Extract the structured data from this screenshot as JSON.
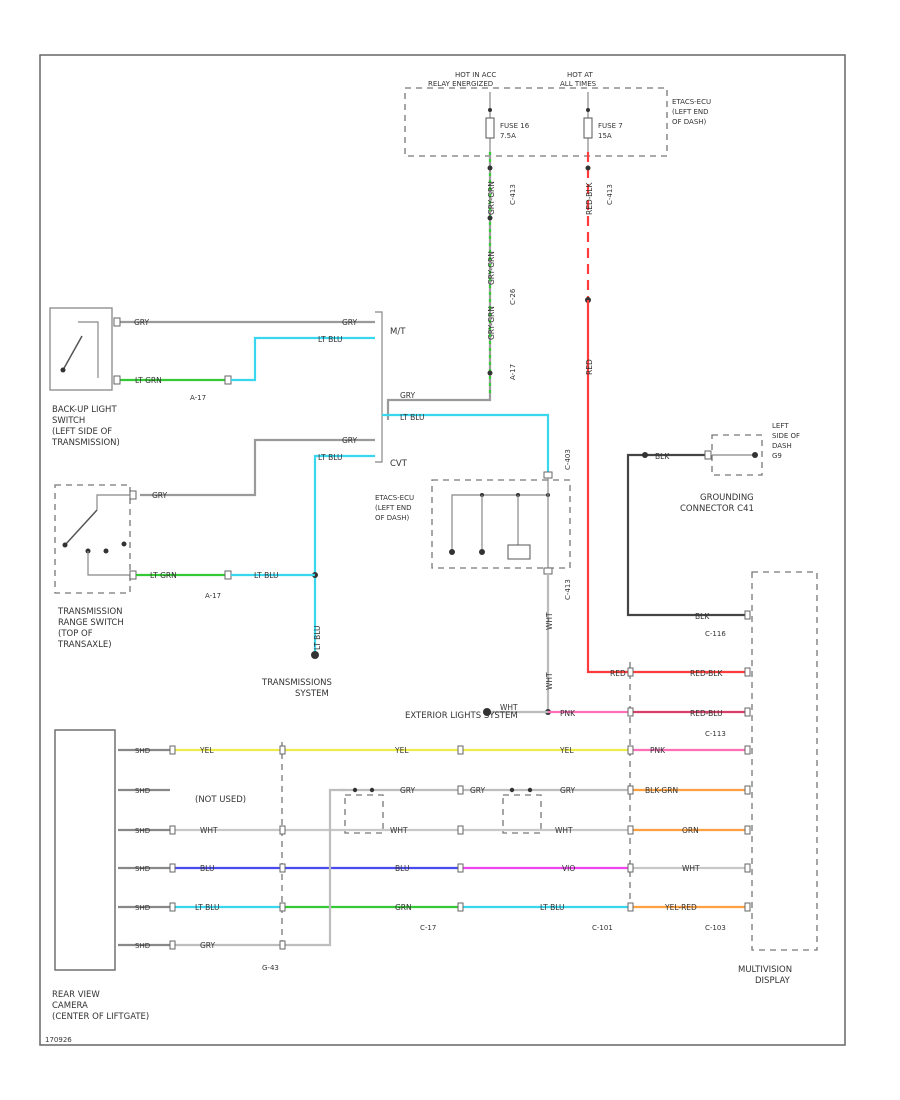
{
  "components": {
    "hot_in_on_relay": "HOT IN ACC",
    "relay_energized": "RELAY ENERGIZED",
    "hot_at_all_times_1": "HOT AT",
    "hot_at_all_times_2": "ALL TIMES",
    "etacs_ecu_top": [
      "ETACS-ECU",
      "(LEFT END",
      "OF DASH)"
    ],
    "fuse_16": [
      "FUSE 16",
      "7.5A"
    ],
    "fuse_7": [
      "FUSE 7",
      "15A"
    ],
    "backup_light_switch": [
      "BACK-UP LIGHT",
      "SWITCH",
      "(LEFT SIDE OF",
      "TRANSMISSION)"
    ],
    "trans_range_switch": [
      "TRANSMISSION",
      "RANGE SWITCH",
      "(TOP OF",
      "TRANSAXLE)"
    ],
    "transmission_system": [
      "TRANSMISSIONS",
      "SYSTEM"
    ],
    "etacs_ecu_mid": [
      "ETACS-ECU",
      "(LEFT END",
      "OF DASH)"
    ],
    "grounding_connector": [
      "GROUNDING",
      "CONNECTOR C41"
    ],
    "left_side_dash": [
      "LEFT",
      "SIDE OF",
      "DASH",
      "G9"
    ],
    "exterior_lights": "EXTERIOR LIGHTS SYSTEM",
    "rear_view_camera": [
      "REAR VIEW",
      "CAMERA",
      "(CENTER OF LIFTGATE)"
    ],
    "multivision_display": [
      "MULTIVISION",
      "DISPLAY"
    ],
    "not_used": "(NOT USED)",
    "mt": "M/T",
    "cvt": "CVT",
    "footer_id": "170926"
  },
  "connectors": {
    "a17_1": "A-17",
    "a17_2": "A-17",
    "a17_3": "A-17",
    "c26": "C-26",
    "c413_a": "C-413",
    "c413_b": "C-413",
    "c403": "C-403",
    "c413_c": "C-413",
    "c116": "C-116",
    "c113": "C-113",
    "c103": "C-103",
    "c101": "C-101",
    "c17": "C-17",
    "g43": "G-43"
  },
  "wires": {
    "gry": "GRY",
    "gry_grn": "GRY-GRN",
    "lt_blu": "LT BLU",
    "lt_grn": "LT GRN",
    "red": "RED",
    "red_blk": "RED-BLK",
    "blk": "BLK",
    "wht": "WHT",
    "pnk": "PNK",
    "red_blu": "RED-BLU",
    "yel": "YEL",
    "blk_grn": "BLK-GRN",
    "orn": "ORN",
    "blu": "BLU",
    "vio": "VIO",
    "grn": "GRN",
    "yel_red": "YEL-RED",
    "shd": "SHD"
  },
  "colors": {
    "gry": "#9a9a9a",
    "grn": "#36c936",
    "lt_blu": "#38d7ee",
    "red": "#ff3b3b",
    "yel": "#ecec4a",
    "blu": "#4a4af0",
    "vio": "#ee44ee",
    "pnk": "#ff6fb8",
    "orn": "#ffa040",
    "red_blu": "#d8406a",
    "blk": "#444444"
  }
}
